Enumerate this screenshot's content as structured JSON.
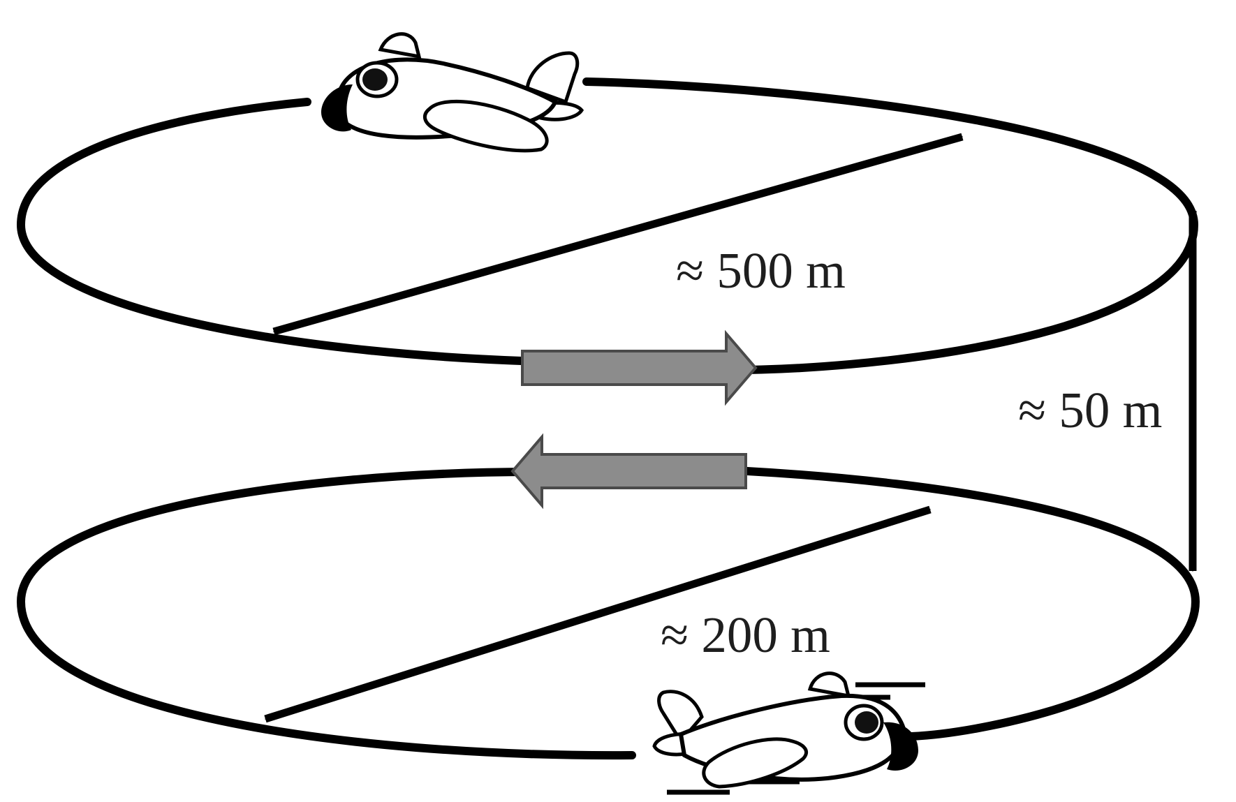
{
  "labels": {
    "upper_loop_diameter": "≈ 500 m",
    "loop_separation": "≈ 50 m",
    "lower_loop_diameter": "≈ 200 m"
  },
  "colors": {
    "stroke": "#000000",
    "direction_arrow_fill": "#8c8c8c",
    "text": "#1e1e1e"
  },
  "icons": {
    "upper_aircraft": "airplane-icon",
    "lower_aircraft": "airplane-icon"
  }
}
